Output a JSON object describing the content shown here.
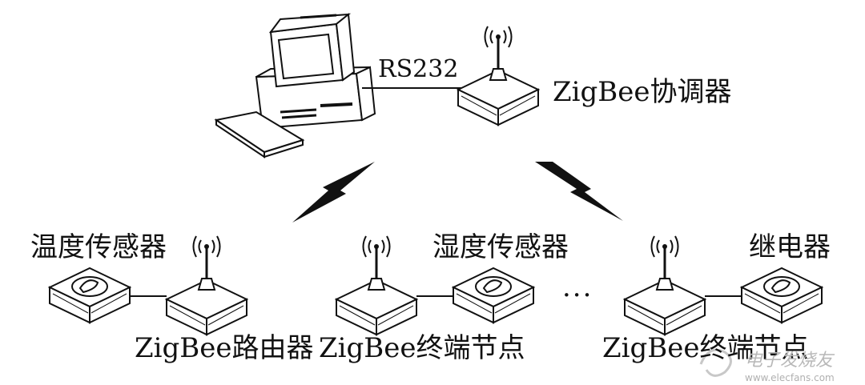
{
  "diagram": {
    "link_label": "RS232",
    "coordinator_label": "ZigBee协调器",
    "router_label": "ZigBee路由器",
    "end_node_label_1": "ZigBee终端节点",
    "end_node_label_2": "ZigBee终端节点",
    "temp_sensor_label": "温度传感器",
    "humidity_sensor_label": "湿度传感器",
    "relay_label": "继电器",
    "ellipsis": "···"
  },
  "watermark": {
    "text": "电子发烧友",
    "url": "www.elecfans.com"
  }
}
